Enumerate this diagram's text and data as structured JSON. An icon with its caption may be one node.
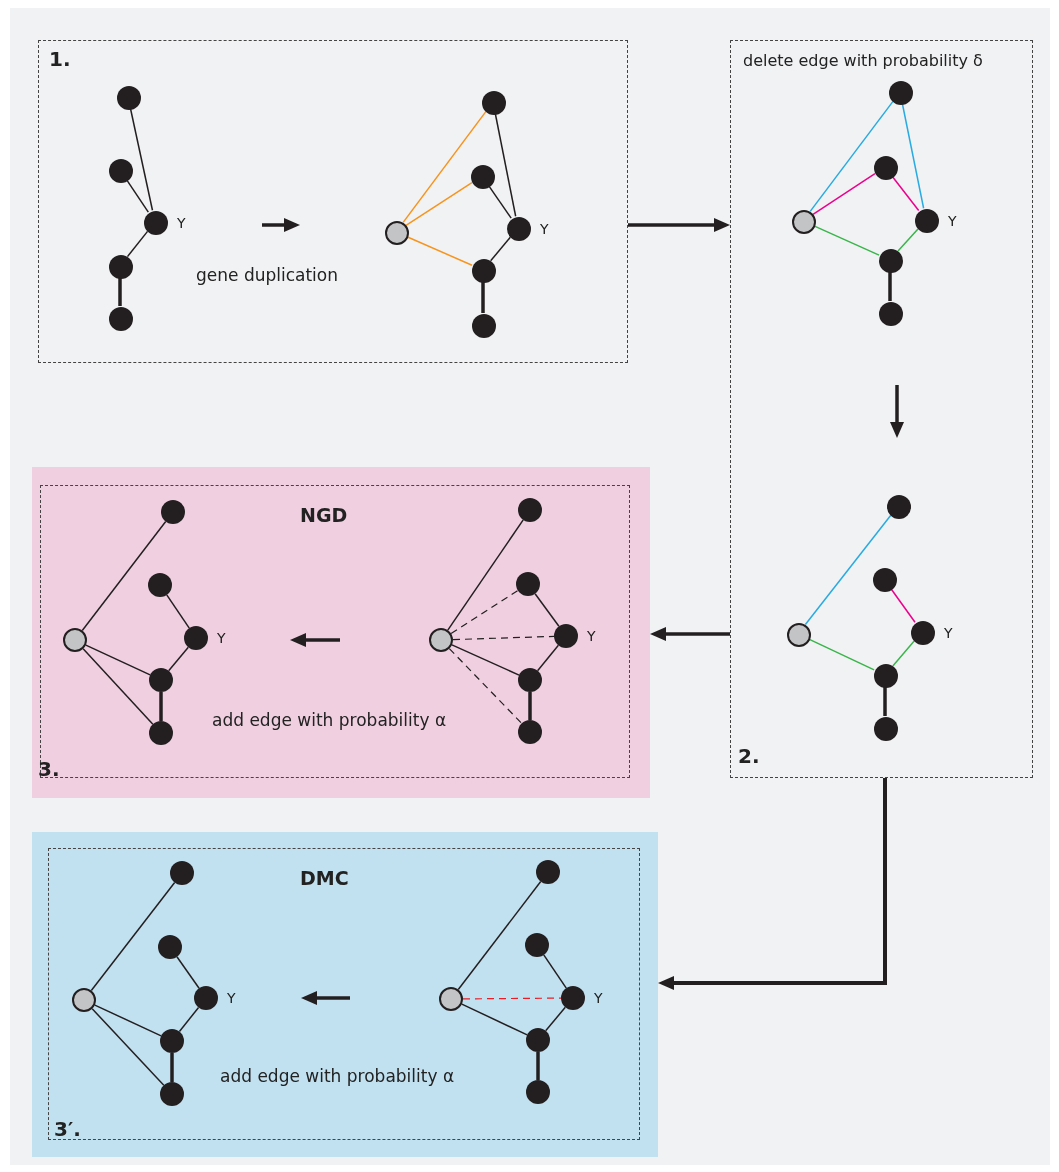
{
  "diagram": {
    "nodes": [
      {
        "text": [
          "1.",
          "gene duplication"
        ]
      },
      {
        "text": [],
        "shape": "circle",
        "in": 0
      },
      {
        "text": [],
        "shape": "circle",
        "in": 0
      },
      {
        "text": [],
        "shape": "circle",
        "in": 0,
        "beside": [
          "Y"
        ]
      },
      {
        "text": [],
        "shape": "circle",
        "in": 0
      },
      {
        "text": [],
        "shape": "circle",
        "in": 0
      },
      {
        "text": [],
        "shape": "circle",
        "in": 0
      },
      {
        "text": [],
        "shape": "circle",
        "in": 0
      },
      {
        "text": [],
        "shape": "circle",
        "in": 0
      },
      {
        "text": [],
        "shape": "circle",
        "in": 0,
        "beside": [
          "Y"
        ]
      },
      {
        "text": [],
        "shape": "circle",
        "in": 0
      },
      {
        "text": [],
        "shape": "circle",
        "in": 0
      },
      {
        "text": [
          "delete edge with probability δ",
          "2."
        ]
      },
      {
        "text": [],
        "shape": "circle",
        "in": 12
      },
      {
        "text": [],
        "shape": "circle",
        "in": 12
      },
      {
        "text": [],
        "shape": "circle",
        "in": 12
      },
      {
        "text": [],
        "shape": "circle",
        "in": 12,
        "beside": [
          "Y"
        ]
      },
      {
        "text": [],
        "shape": "circle",
        "in": 12
      },
      {
        "text": [],
        "shape": "circle",
        "in": 12
      },
      {
        "text": [],
        "shape": "circle",
        "in": 12
      },
      {
        "text": [],
        "shape": "circle",
        "in": 12
      },
      {
        "text": [],
        "shape": "circle",
        "in": 12
      },
      {
        "text": [],
        "shape": "circle",
        "in": 12,
        "beside": [
          "Y"
        ]
      },
      {
        "text": [],
        "shape": "circle",
        "in": 12
      },
      {
        "text": [],
        "shape": "circle",
        "in": 12
      },
      {
        "text": [
          "NGD",
          "add edge with probability α",
          "3."
        ]
      },
      {
        "text": [],
        "shape": "circle",
        "in": 25
      },
      {
        "text": [],
        "shape": "circle",
        "in": 25
      },
      {
        "text": [],
        "shape": "circle",
        "in": 25
      },
      {
        "text": [],
        "shape": "circle",
        "in": 25,
        "beside": [
          "Y"
        ]
      },
      {
        "text": [],
        "shape": "circle",
        "in": 25
      },
      {
        "text": [],
        "shape": "circle",
        "in": 25
      },
      {
        "text": [],
        "shape": "circle",
        "in": 25
      },
      {
        "text": [],
        "shape": "circle",
        "in": 25
      },
      {
        "text": [],
        "shape": "circle",
        "in": 25
      },
      {
        "text": [],
        "shape": "circle",
        "in": 25,
        "beside": [
          "Y"
        ]
      },
      {
        "text": [],
        "shape": "circle",
        "in": 25
      },
      {
        "text": [],
        "shape": "circle",
        "in": 25
      },
      {
        "text": [
          "DMC",
          "add edge with probability α",
          "3′."
        ]
      },
      {
        "text": [],
        "shape": "circle",
        "in": 38
      },
      {
        "text": [],
        "shape": "circle",
        "in": 38
      },
      {
        "text": [],
        "shape": "circle",
        "in": 38
      },
      {
        "text": [],
        "shape": "circle",
        "in": 38,
        "beside": [
          "Y"
        ]
      },
      {
        "text": [],
        "shape": "circle",
        "in": 38
      },
      {
        "text": [],
        "shape": "circle",
        "in": 38
      },
      {
        "text": [],
        "shape": "circle",
        "in": 38
      },
      {
        "text": [],
        "shape": "circle",
        "in": 38
      },
      {
        "text": [],
        "shape": "circle",
        "in": 38
      },
      {
        "text": [],
        "shape": "circle",
        "in": 38,
        "beside": [
          "Y"
        ]
      },
      {
        "text": [],
        "shape": "circle",
        "in": 38
      },
      {
        "text": [],
        "shape": "circle",
        "in": 38
      }
    ],
    "edges": [
      {
        "from": 1,
        "to": 3,
        "arrow": "none"
      },
      {
        "from": 2,
        "to": 3,
        "arrow": "none"
      },
      {
        "from": 3,
        "to": 4,
        "arrow": "none"
      },
      {
        "from": 4,
        "to": 5,
        "arrow": "none",
        "style": "thick"
      },
      {
        "from": 7,
        "to": 6,
        "arrow": "none",
        "color": "#f7941d"
      },
      {
        "from": 7,
        "to": 8,
        "arrow": "none",
        "color": "#f7941d"
      },
      {
        "from": 7,
        "to": 10,
        "arrow": "none",
        "color": "#f7941d"
      },
      {
        "from": 6,
        "to": 9,
        "arrow": "none"
      },
      {
        "from": 8,
        "to": 9,
        "arrow": "none"
      },
      {
        "from": 9,
        "to": 10,
        "arrow": "none"
      },
      {
        "from": 10,
        "to": 11,
        "arrow": "none",
        "style": "thick"
      },
      {
        "from": 14,
        "to": 13,
        "arrow": "none",
        "color": "#29abe2"
      },
      {
        "from": 13,
        "to": 16,
        "arrow": "none",
        "color": "#29abe2"
      },
      {
        "from": 14,
        "to": 15,
        "arrow": "none",
        "color": "#ec008c"
      },
      {
        "from": 15,
        "to": 16,
        "arrow": "none",
        "color": "#ec008c"
      },
      {
        "from": 14,
        "to": 17,
        "arrow": "none",
        "color": "#39b54a"
      },
      {
        "from": 17,
        "to": 16,
        "arrow": "none",
        "color": "#39b54a"
      },
      {
        "from": 17,
        "to": 18,
        "arrow": "none",
        "style": "thick"
      },
      {
        "from": 20,
        "to": 19,
        "arrow": "none",
        "color": "#29abe2"
      },
      {
        "from": 21,
        "to": 22,
        "arrow": "none",
        "color": "#ec008c"
      },
      {
        "from": 20,
        "to": 23,
        "arrow": "none",
        "color": "#39b54a"
      },
      {
        "from": 23,
        "to": 22,
        "arrow": "none",
        "color": "#39b54a"
      },
      {
        "from": 23,
        "to": 24,
        "arrow": "none",
        "style": "thick"
      },
      {
        "from": 27,
        "to": 26,
        "arrow": "none"
      },
      {
        "from": 28,
        "to": 29,
        "arrow": "none"
      },
      {
        "from": 29,
        "to": 30,
        "arrow": "none"
      },
      {
        "from": 27,
        "to": 30,
        "arrow": "none"
      },
      {
        "from": 27,
        "to": 31,
        "arrow": "none"
      },
      {
        "from": 30,
        "to": 31,
        "arrow": "none",
        "style": "thick"
      },
      {
        "from": 33,
        "to": 32,
        "arrow": "none"
      },
      {
        "from": 33,
        "to": 34,
        "arrow": "none",
        "style": "dashed"
      },
      {
        "from": 33,
        "to": 35,
        "arrow": "none",
        "style": "dashed"
      },
      {
        "from": 33,
        "to": 37,
        "arrow": "none",
        "style": "dashed"
      },
      {
        "from": 34,
        "to": 35,
        "arrow": "none"
      },
      {
        "from": 35,
        "to": 36,
        "arrow": "none"
      },
      {
        "from": 33,
        "to": 36,
        "arrow": "none"
      },
      {
        "from": 36,
        "to": 37,
        "arrow": "none",
        "style": "thick"
      },
      {
        "from": 40,
        "to": 39,
        "arrow": "none"
      },
      {
        "from": 41,
        "to": 42,
        "arrow": "none"
      },
      {
        "from": 42,
        "to": 43,
        "arrow": "none"
      },
      {
        "from": 40,
        "to": 43,
        "arrow": "none"
      },
      {
        "from": 40,
        "to": 44,
        "arrow": "none"
      },
      {
        "from": 43,
        "to": 44,
        "arrow": "none",
        "style": "thick"
      },
      {
        "from": 46,
        "to": 45,
        "arrow": "none"
      },
      {
        "from": 46,
        "to": 48,
        "arrow": "none",
        "style": "dashed",
        "color": "#ed1c24"
      },
      {
        "from": 47,
        "to": 48,
        "arrow": "none"
      },
      {
        "from": 48,
        "to": 49,
        "arrow": "none"
      },
      {
        "from": 46,
        "to": 49,
        "arrow": "none"
      },
      {
        "from": 49,
        "to": 50,
        "arrow": "none",
        "style": "thick"
      },
      {
        "from": 0,
        "to": 12,
        "arrow": "to",
        "style": "thick"
      },
      {
        "from": 12,
        "to": 25,
        "arrow": "to",
        "style": "thick"
      },
      {
        "from": 12,
        "to": 38,
        "arrow": "to",
        "style": "thick"
      }
    ]
  }
}
